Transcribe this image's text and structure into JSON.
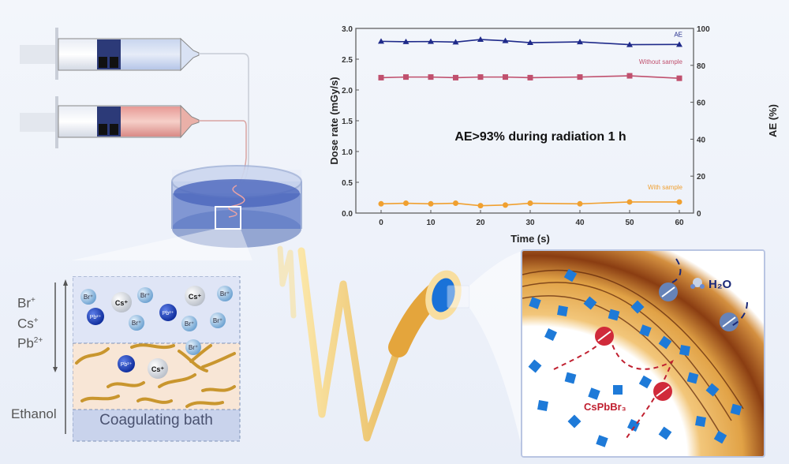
{
  "figure": {
    "left_labels": {
      "ions": [
        "Br",
        "Cs",
        "Pb"
      ],
      "ion_charges": [
        "+",
        "+",
        "2+"
      ],
      "solvent": "Ethanol"
    },
    "coagulating_bath": {
      "label": "Coagulating bath",
      "ion_balls": [
        "Br⁺",
        "Cs⁺",
        "Br⁺",
        "Cs⁺",
        "Br⁺",
        "Pb²⁺",
        "Br⁺",
        "Pb²⁺",
        "Br⁺",
        "Br⁺",
        "Br⁺",
        "Pb²⁺",
        "Cs⁺"
      ]
    },
    "zoom_panel": {
      "h2o_label": "H₂O",
      "crystal_label": "CsPbBr₃"
    },
    "colors": {
      "ae_line": "#1f2a8a",
      "without_line": "#c0506e",
      "with_line": "#f0a030",
      "fiber": "#f0c060",
      "crystal": "#1e7ad8"
    }
  },
  "chart_data": {
    "type": "line",
    "title": "",
    "annotation": "AE>93% during radiation 1 h",
    "xlabel": "Time (s)",
    "ylabel": "Dose rate (mGy/s)",
    "y2label": "AE (%)",
    "x": [
      0,
      5,
      10,
      15,
      20,
      25,
      30,
      40,
      50,
      60
    ],
    "xticks": [
      0,
      10,
      20,
      30,
      40,
      50,
      60
    ],
    "yticks": [
      "0.0",
      "0.5",
      "1.0",
      "1.5",
      "2.0",
      "2.5",
      "3.0"
    ],
    "y2ticks": [
      "0",
      "20",
      "40",
      "60",
      "80",
      "100"
    ],
    "ylim": [
      0,
      3.0
    ],
    "y2lim": [
      0,
      100
    ],
    "grid": false,
    "legend_position": "inline labels near right end of each series",
    "series": [
      {
        "name": "AE",
        "axis": "right",
        "marker": "triangle",
        "values": [
          93.0,
          92.8,
          92.9,
          92.6,
          94.0,
          93.3,
          92.3,
          92.7,
          91.2,
          91.3
        ]
      },
      {
        "name": "Without sample",
        "axis": "left",
        "marker": "square",
        "values": [
          2.2,
          2.21,
          2.21,
          2.2,
          2.21,
          2.21,
          2.2,
          2.21,
          2.23,
          2.19
        ]
      },
      {
        "name": "With sample",
        "axis": "left",
        "marker": "circle",
        "values": [
          0.15,
          0.16,
          0.15,
          0.16,
          0.12,
          0.13,
          0.16,
          0.15,
          0.18,
          0.18
        ]
      }
    ]
  }
}
